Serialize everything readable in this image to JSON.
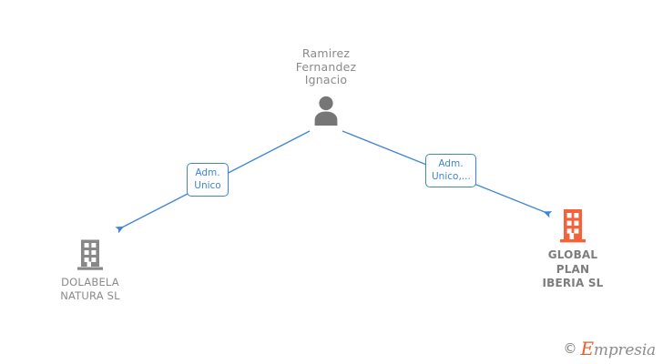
{
  "diagram": {
    "type": "org-relationship-graph",
    "background_color": "#ffffff",
    "person": {
      "name": "Ramirez\nFernandez\nIgnacio",
      "icon": "person-icon",
      "icon_color": "#767676"
    },
    "companies": [
      {
        "id": "dolabela",
        "name": "DOLABELA\nNATURA  SL",
        "icon": "building-icon",
        "icon_color": "#888888",
        "highlighted": false
      },
      {
        "id": "global-plan",
        "name": "GLOBAL\nPLAN\nIBERIA SL",
        "icon": "building-icon",
        "icon_color": "#f4623a",
        "highlighted": true
      }
    ],
    "relations": [
      {
        "id": "rel-dolabela",
        "label": "Adm.\nUnico",
        "from": "person",
        "to": "dolabela",
        "color": "#3d85d8"
      },
      {
        "id": "rel-global-plan",
        "label": "Adm.\nUnico,...",
        "from": "person",
        "to": "global-plan",
        "color": "#3d85d8"
      }
    ],
    "edge_color": "#3d85d8"
  },
  "watermark": {
    "copyright": "©",
    "brand_lead": "E",
    "brand_rest": "mpresia",
    "brand_color": "#f15a29"
  }
}
